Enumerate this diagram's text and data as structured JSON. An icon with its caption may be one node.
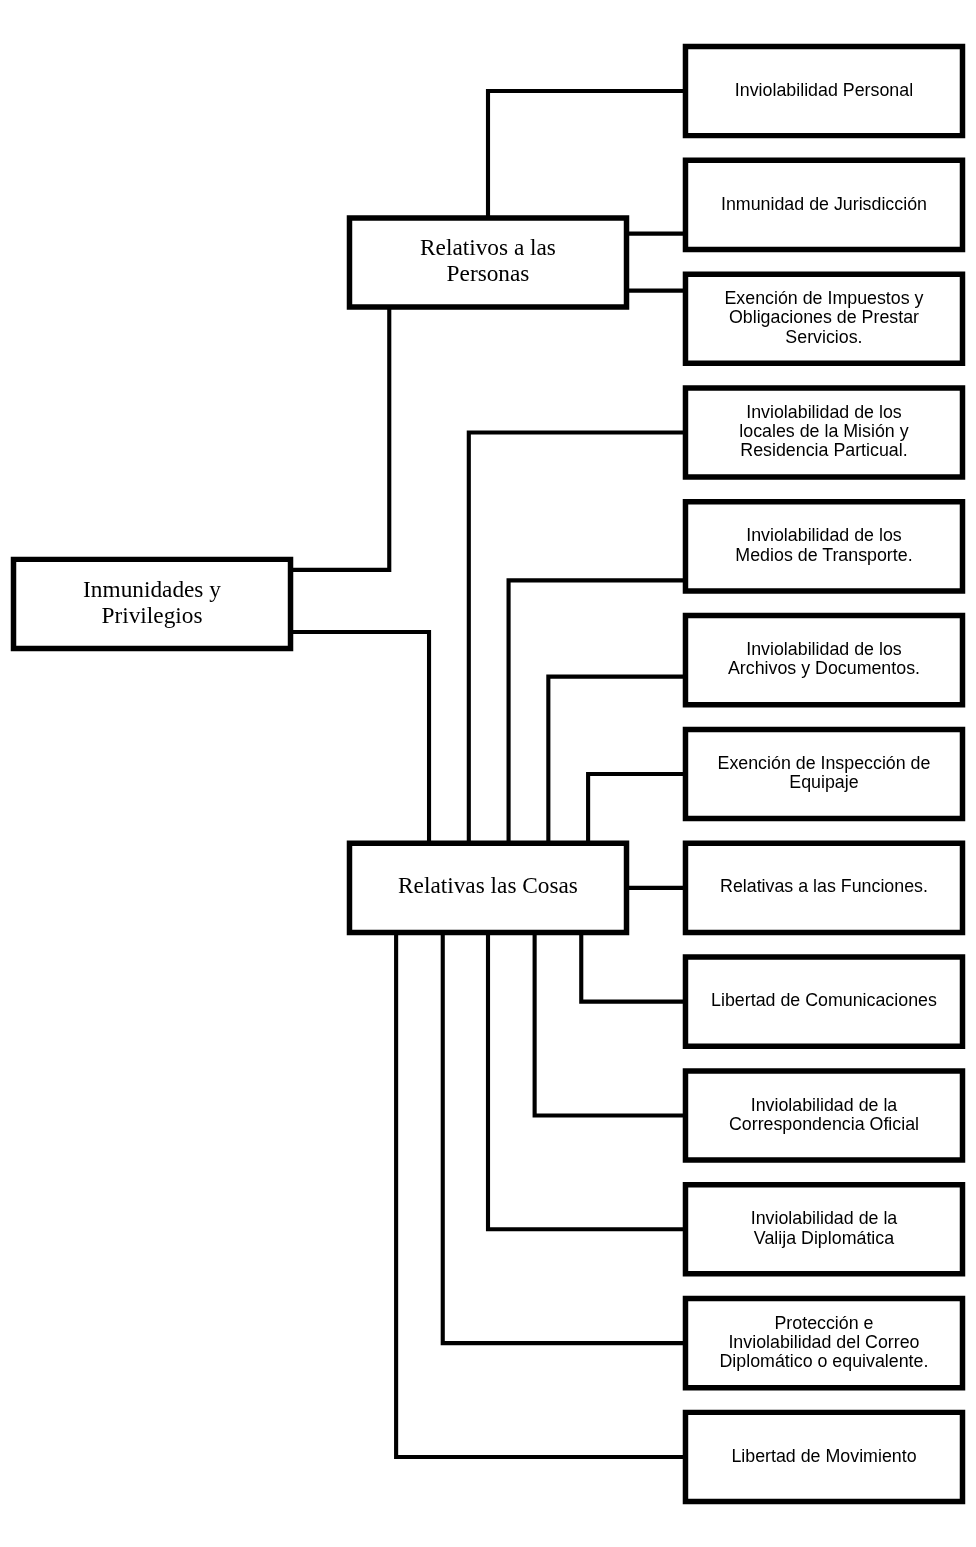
{
  "diagram": {
    "nodes": [
      {
        "text": [
          "Inmunidades y Privilegios"
        ]
      },
      {
        "text": [
          "Relativos a las Personas"
        ]
      },
      {
        "text": [
          "Relativas las Cosas"
        ]
      },
      {
        "text": [
          "Inviolabilidad Personal"
        ]
      },
      {
        "text": [
          "Inmunidad de Jurisdicción"
        ]
      },
      {
        "text": [
          "Exención de Impuestos y Obligaciones de Prestar Servicios."
        ]
      },
      {
        "text": [
          "Inviolabilidad de los locales de la Misión y Residencia Particual."
        ]
      },
      {
        "text": [
          "Inviolabilidad de los Medios de Transporte."
        ]
      },
      {
        "text": [
          "Inviolabilidad de los Archivos y Documentos."
        ]
      },
      {
        "text": [
          "Exención de Inspección de Equipaje"
        ]
      },
      {
        "text": [
          "Relativas a las Funciones."
        ]
      },
      {
        "text": [
          "Libertad de Comunicaciones"
        ]
      },
      {
        "text": [
          "Inviolabilidad de la Correspondencia Oficial"
        ]
      },
      {
        "text": [
          "Inviolabilidad de la Valija Diplomática"
        ]
      },
      {
        "text": [
          "Protección e Inviolabilidad del Correo Diplomático o equivalente."
        ]
      },
      {
        "text": [
          "Libertad de Movimiento"
        ]
      }
    ],
    "edges": [
      {
        "from": 0,
        "to": 1,
        "arrow": "none"
      },
      {
        "from": 0,
        "to": 2,
        "arrow": "none"
      },
      {
        "from": 1,
        "to": 3,
        "arrow": "none"
      },
      {
        "from": 1,
        "to": 4,
        "arrow": "none"
      },
      {
        "from": 1,
        "to": 5,
        "arrow": "none"
      },
      {
        "from": 2,
        "to": 6,
        "arrow": "none"
      },
      {
        "from": 2,
        "to": 7,
        "arrow": "none"
      },
      {
        "from": 2,
        "to": 8,
        "arrow": "none"
      },
      {
        "from": 2,
        "to": 9,
        "arrow": "none"
      },
      {
        "from": 2,
        "to": 10,
        "arrow": "none"
      },
      {
        "from": 2,
        "to": 11,
        "arrow": "none"
      },
      {
        "from": 2,
        "to": 12,
        "arrow": "none"
      },
      {
        "from": 2,
        "to": 13,
        "arrow": "none"
      },
      {
        "from": 2,
        "to": 14,
        "arrow": "none"
      },
      {
        "from": 2,
        "to": 15,
        "arrow": "none"
      }
    ]
  }
}
